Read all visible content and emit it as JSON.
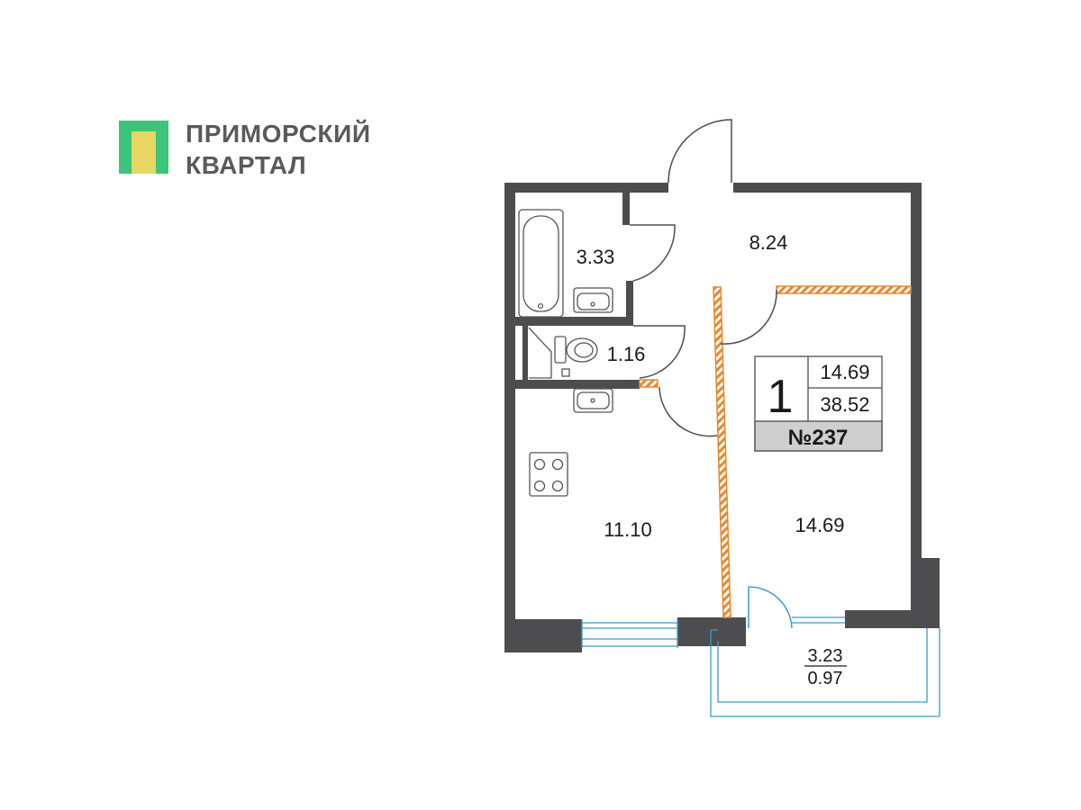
{
  "brand": {
    "line1": "ПРИМОРСКИЙ",
    "line2": "КВАРТАЛ",
    "colors": {
      "green": "#3cc47a",
      "yellow": "#e8d564",
      "text": "#5a5a5c"
    }
  },
  "rooms": {
    "bathroom_area": "3.33",
    "hall_area": "8.24",
    "wc_area": "1.16",
    "kitchen_area": "11.10",
    "living_area": "14.69",
    "balcony_area": "3.23",
    "balcony_reduced_area": "0.97"
  },
  "apartment": {
    "room_count": "1",
    "living_area": "14.69",
    "total_area": "38.52",
    "number": "№237"
  },
  "colors": {
    "wall": "#4d4d4f",
    "partition_hatch": "#e8872c",
    "window": "#3b9cc7",
    "label_bg": "#cfcfcf"
  }
}
